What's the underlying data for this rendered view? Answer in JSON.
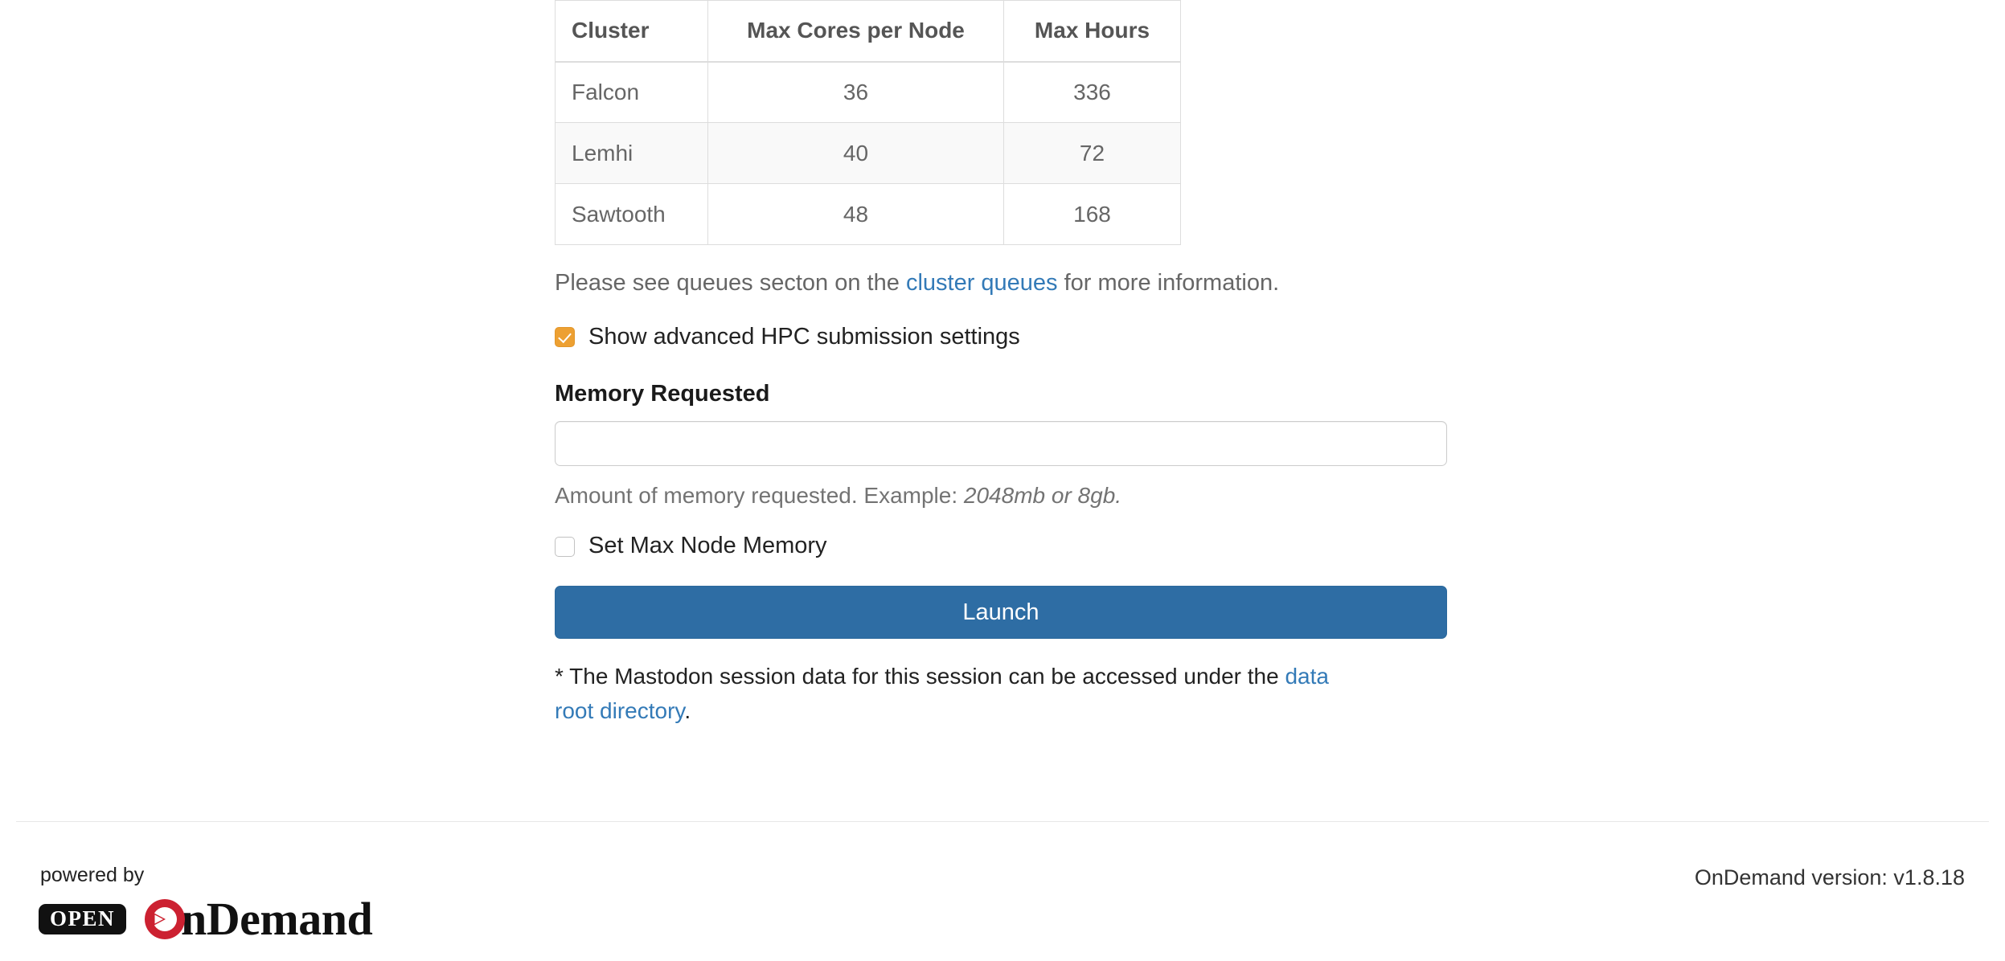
{
  "table": {
    "headers": [
      "Cluster",
      "Max Cores per Node",
      "Max Hours"
    ],
    "rows": [
      {
        "cluster": "Falcon",
        "max_cores": "36",
        "max_hours": "336"
      },
      {
        "cluster": "Lemhi",
        "max_cores": "40",
        "max_hours": "72"
      },
      {
        "cluster": "Sawtooth",
        "max_cores": "48",
        "max_hours": "168"
      }
    ]
  },
  "queues_note": {
    "prefix": "Please see queues secton on the ",
    "link": "cluster queues",
    "suffix": " for more information."
  },
  "advanced_checkbox": {
    "label": "Show advanced HPC submission settings",
    "checked": true,
    "accent_color": "#eda032"
  },
  "memory_field": {
    "label": "Memory Requested",
    "value": "",
    "placeholder": "",
    "help_prefix": "Amount of memory requested. Example: ",
    "help_example": "2048mb or 8gb."
  },
  "max_node_memory_checkbox": {
    "label": "Set Max Node Memory",
    "checked": false
  },
  "launch_button": {
    "label": "Launch",
    "color": "#2e6da4"
  },
  "session_note": {
    "prefix": "* The Mastodon session data for this session can be accessed under the ",
    "link": "data root directory",
    "suffix": "."
  },
  "footer": {
    "powered_by": "powered by",
    "logo_open": "OPEN",
    "logo_word": "nDemand",
    "logo_mark_color": "#cc2131",
    "version": "OnDemand version: v1.8.18"
  }
}
